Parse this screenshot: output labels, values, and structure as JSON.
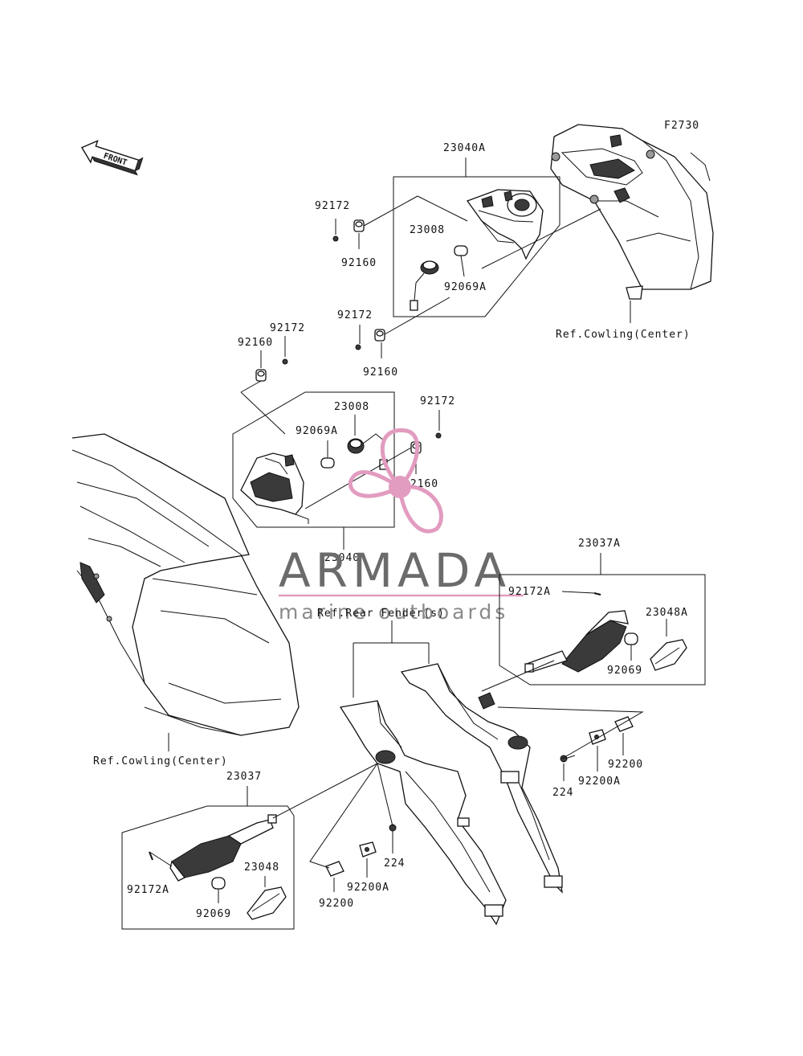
{
  "figure_code": "F2730",
  "front_arrow_label": "FRONT",
  "labels": {
    "p23040A": "23040A",
    "p92172_a": "92172",
    "p92160_a": "92160",
    "p23008_a": "23008",
    "p92069A_a": "92069A",
    "p92172_b": "92172",
    "p92160_b": "92160",
    "p92172_c": "92172",
    "p92160_c": "92160",
    "p23008_b": "23008",
    "p92069A_b": "92069A",
    "p92172_d": "92172",
    "p92160_d": "92160",
    "p23040": "23040",
    "p23037A": "23037A",
    "p92172A_a": "92172A",
    "p23048A": "23048A",
    "p92069_a": "92069",
    "p92200_a": "92200",
    "p224_a": "224",
    "p92200A_a": "92200A",
    "p23037": "23037",
    "p92172A_b": "92172A",
    "p23048": "23048",
    "p92069_b": "92069",
    "p224_b": "224",
    "p92200A_b": "92200A",
    "p92200_b": "92200"
  },
  "references": {
    "cowling_center_top": "Ref.Cowling(Center)",
    "rear_fender": "Ref.Rear Fender(s)",
    "cowling_center_left": "Ref.Cowling(Center)"
  },
  "watermark": {
    "title": "ARMADA",
    "subtitle": "marine outboards",
    "accent_color": "#e29cc0",
    "text_color": "#6b6b6b"
  }
}
